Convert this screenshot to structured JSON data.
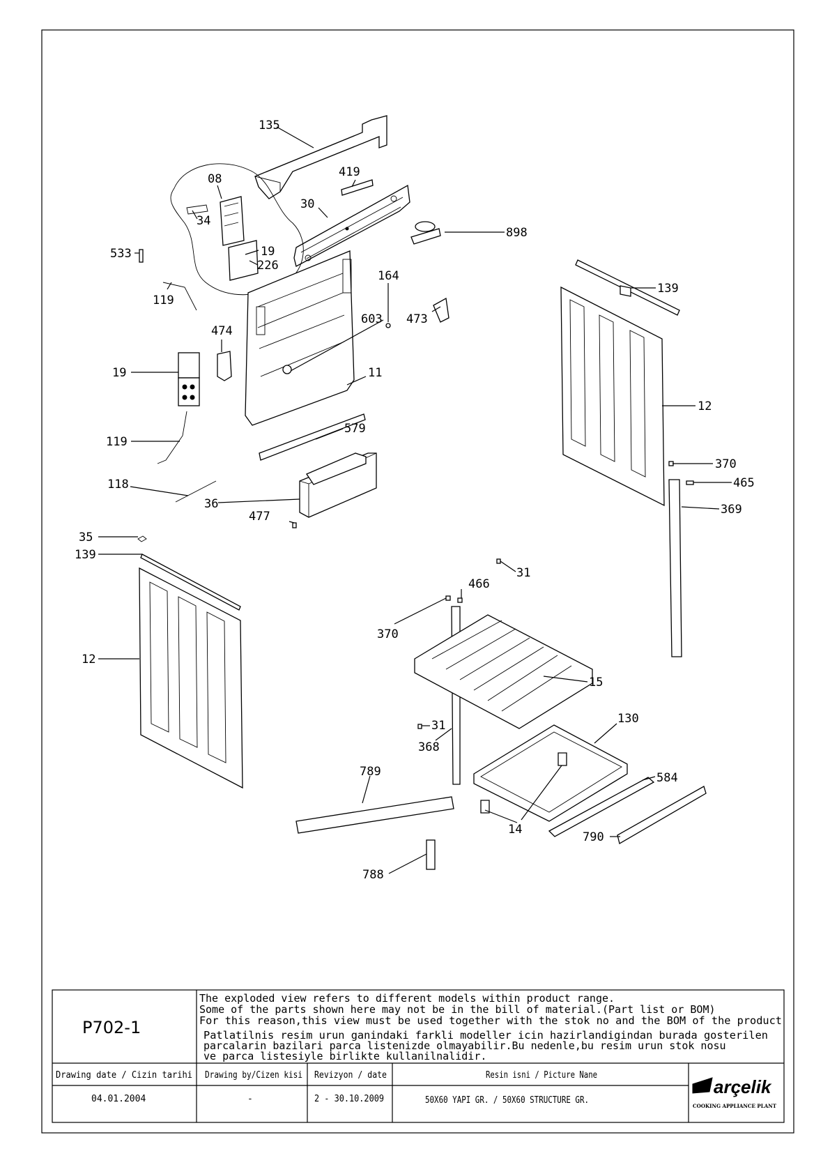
{
  "diagram": {
    "callouts": [
      {
        "id": "135",
        "label": "135"
      },
      {
        "id": "419",
        "label": "419"
      },
      {
        "id": "08",
        "label": "08"
      },
      {
        "id": "30",
        "label": "30"
      },
      {
        "id": "34",
        "label": "34"
      },
      {
        "id": "898",
        "label": "898"
      },
      {
        "id": "533",
        "label": "533"
      },
      {
        "id": "19a",
        "label": "19"
      },
      {
        "id": "226",
        "label": "226"
      },
      {
        "id": "164",
        "label": "164"
      },
      {
        "id": "139a",
        "label": "139"
      },
      {
        "id": "119a",
        "label": "119"
      },
      {
        "id": "603",
        "label": "603"
      },
      {
        "id": "473",
        "label": "473"
      },
      {
        "id": "474",
        "label": "474"
      },
      {
        "id": "19b",
        "label": "19"
      },
      {
        "id": "11",
        "label": "11"
      },
      {
        "id": "12a",
        "label": "12"
      },
      {
        "id": "579",
        "label": "579"
      },
      {
        "id": "119b",
        "label": "119"
      },
      {
        "id": "118",
        "label": "118"
      },
      {
        "id": "36",
        "label": "36"
      },
      {
        "id": "370a",
        "label": "370"
      },
      {
        "id": "465",
        "label": "465"
      },
      {
        "id": "369",
        "label": "369"
      },
      {
        "id": "477",
        "label": "477"
      },
      {
        "id": "35",
        "label": "35"
      },
      {
        "id": "139b",
        "label": "139"
      },
      {
        "id": "31a",
        "label": "31"
      },
      {
        "id": "466",
        "label": "466"
      },
      {
        "id": "370b",
        "label": "370"
      },
      {
        "id": "12b",
        "label": "12"
      },
      {
        "id": "15",
        "label": "15"
      },
      {
        "id": "130",
        "label": "130"
      },
      {
        "id": "31b",
        "label": "31"
      },
      {
        "id": "368",
        "label": "368"
      },
      {
        "id": "789",
        "label": "789"
      },
      {
        "id": "584",
        "label": "584"
      },
      {
        "id": "14",
        "label": "14"
      },
      {
        "id": "790",
        "label": "790"
      },
      {
        "id": "788",
        "label": "788"
      }
    ]
  },
  "title_block": {
    "sheet_code": "P702-1",
    "note_en": [
      "The exploded view refers to different models within product range.",
      "Some of the parts shown here may not be in the bill of material.(Part list or BOM)",
      "For this reason,this view must be used together with the stok no and the BOM of the product"
    ],
    "note_tr": [
      "Patlatilnis resim urun ganindaki farkli modeller icin hazirlandigindan burada gosterilen",
      "parcalarin bazilari parca listenizde olmayabilir.Bu nedenle,bu resim urun stok nosu",
      "ve parca listesiyle birlikte kullanilnalidir."
    ],
    "headers": {
      "drawing_date": "Drawing date / Cizin tarihi",
      "drawing_by": "Drawing by/Cizen kisi",
      "revision": "Revizyon / date",
      "picture_name": "Resin isni / Picture Nane"
    },
    "values": {
      "drawing_date": "04.01.2004",
      "drawing_by": "-",
      "revision": "2 - 30.10.2009",
      "picture_name": "50X60 YAPI GR. / 50X60 STRUCTURE GR."
    },
    "brand": "arçelik",
    "brand_sub": "COOKING APPLIANCE PLANT"
  }
}
